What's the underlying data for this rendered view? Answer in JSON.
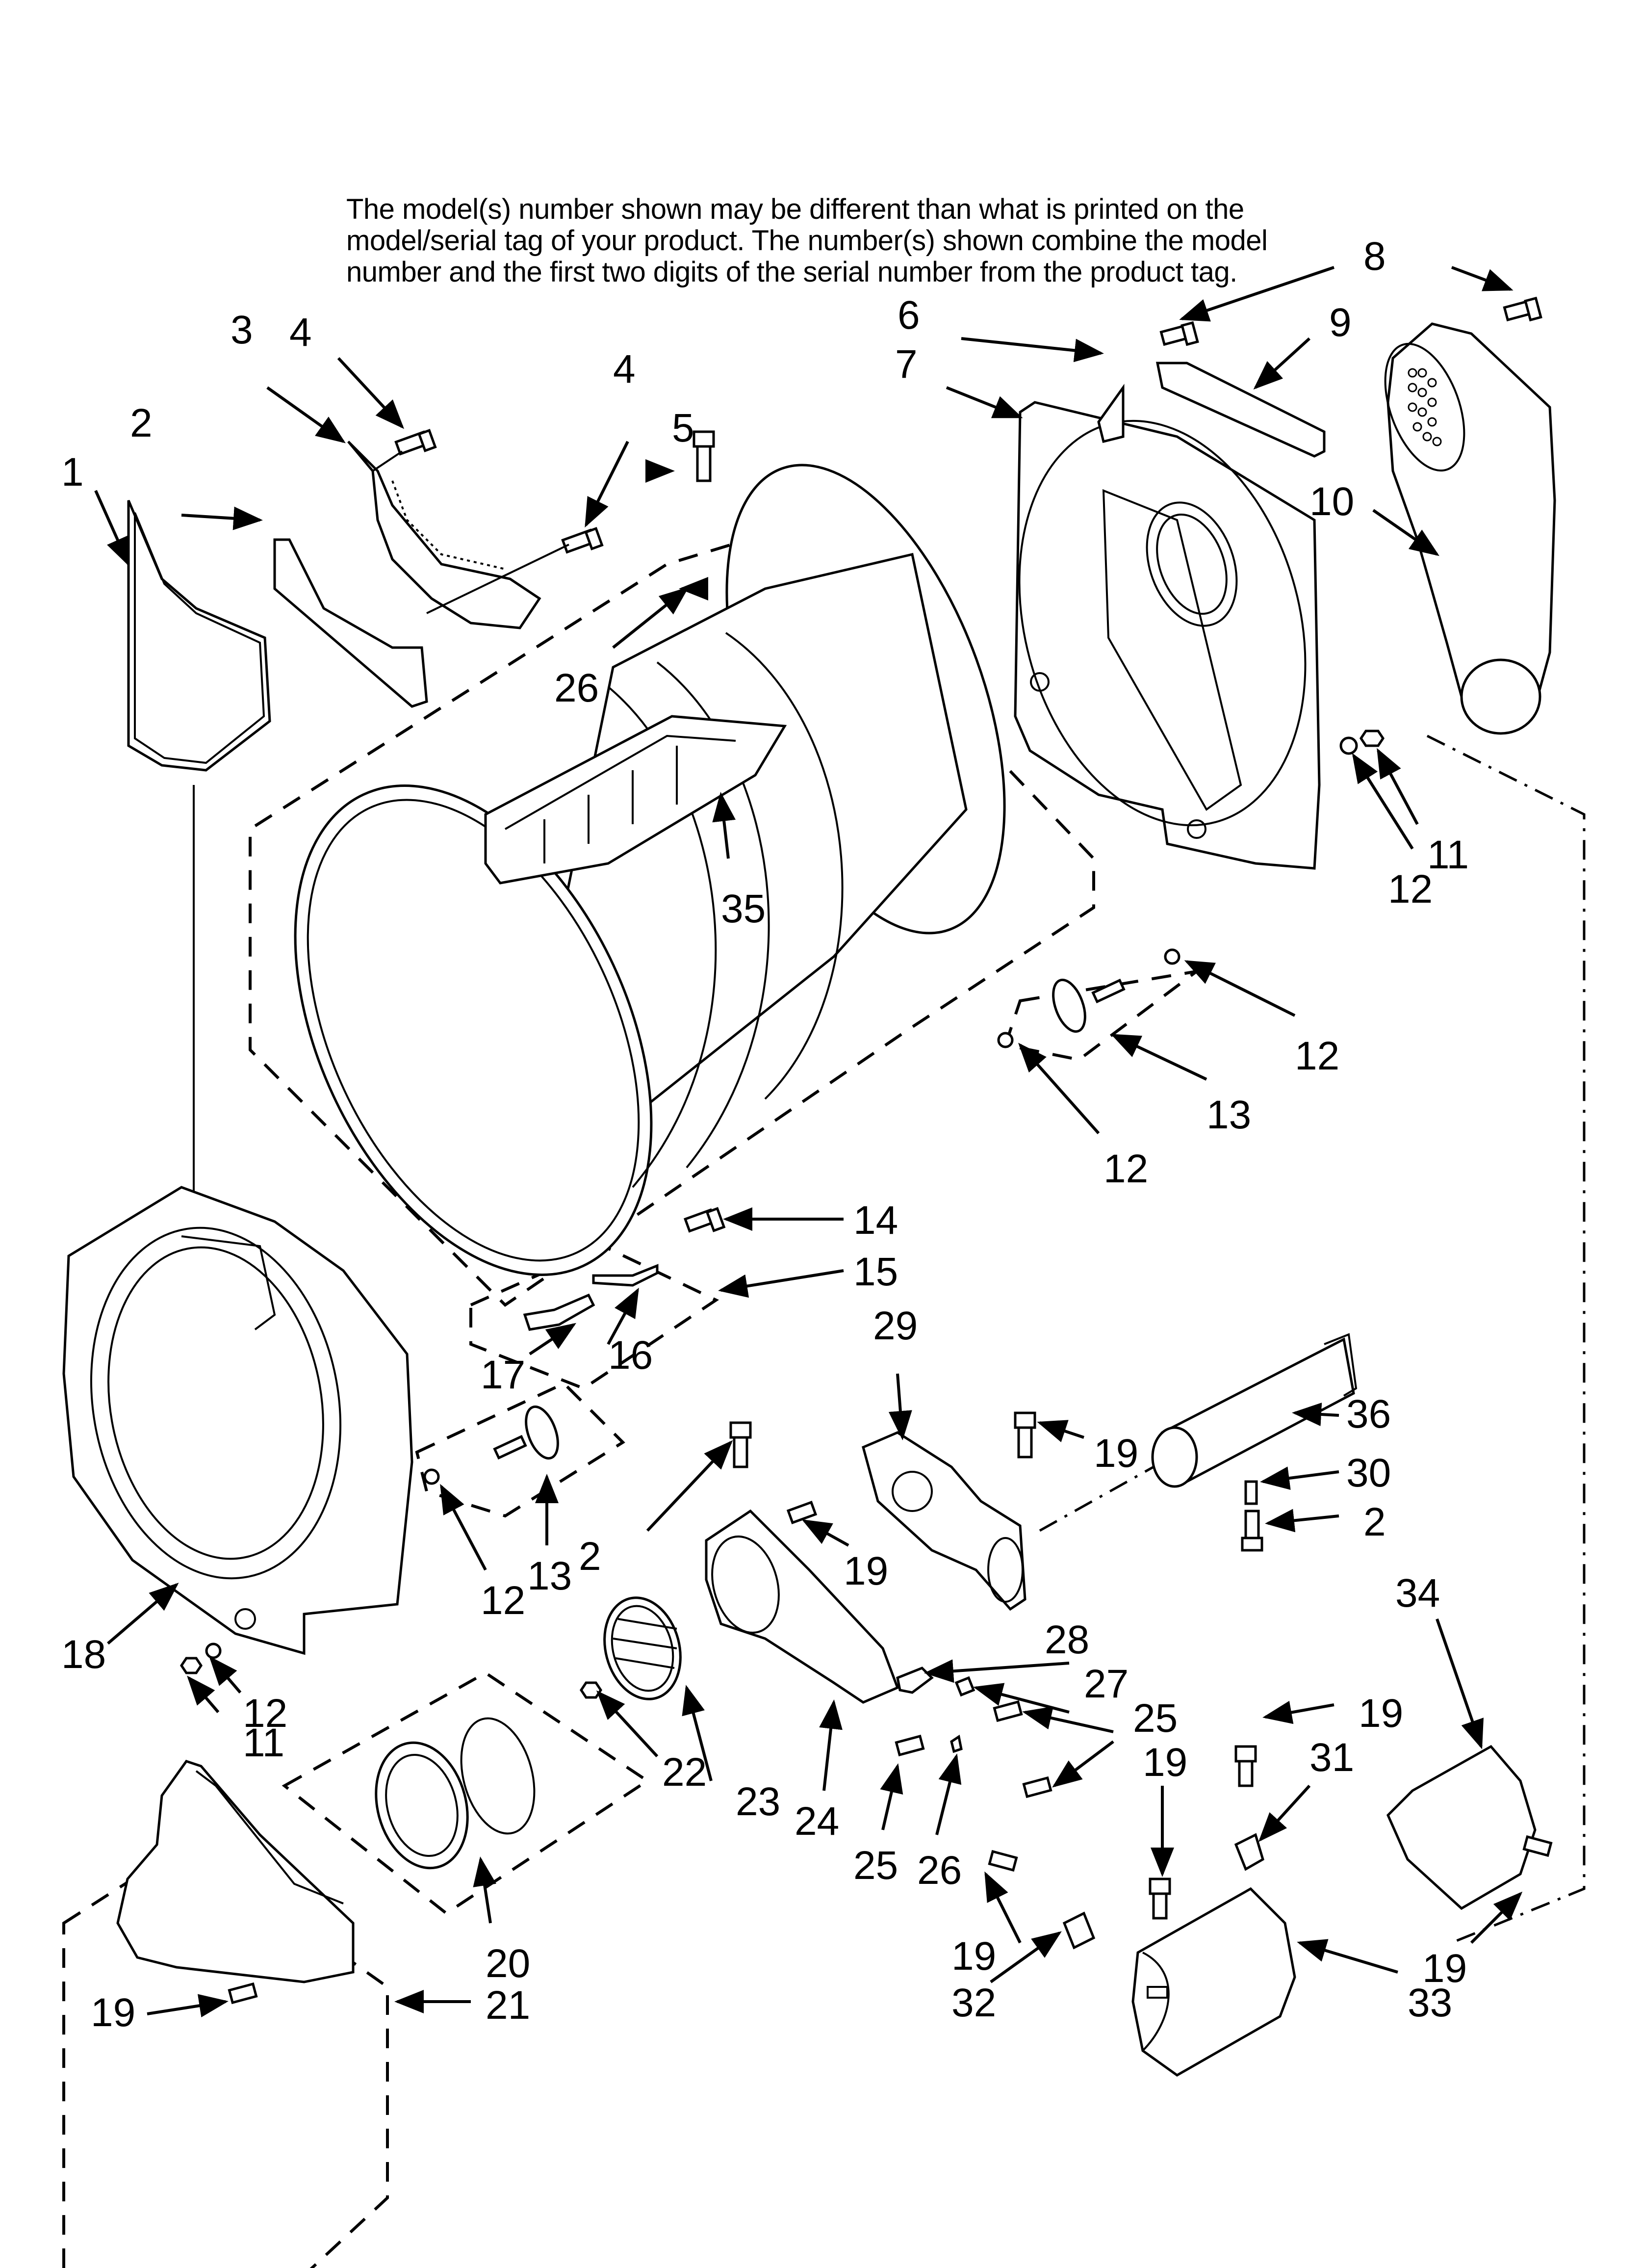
{
  "notice": {
    "lines": [
      "The model(s) number shown may be different than what is printed on the",
      "model/serial tag of your product. The number(s) shown combine the model",
      "number and the first two digits of the serial number from the product tag."
    ]
  },
  "callouts": [
    {
      "id": "c1",
      "label": "1"
    },
    {
      "id": "c2a",
      "label": "2"
    },
    {
      "id": "c3",
      "label": "3"
    },
    {
      "id": "c4a",
      "label": "4"
    },
    {
      "id": "c4b",
      "label": "4"
    },
    {
      "id": "c5",
      "label": "5"
    },
    {
      "id": "c6",
      "label": "6"
    },
    {
      "id": "c7",
      "label": "7"
    },
    {
      "id": "c8",
      "label": "8"
    },
    {
      "id": "c9",
      "label": "9"
    },
    {
      "id": "c10",
      "label": "10"
    },
    {
      "id": "c11a",
      "label": "11"
    },
    {
      "id": "c12a",
      "label": "12"
    },
    {
      "id": "c26a",
      "label": "26"
    },
    {
      "id": "c35",
      "label": "35"
    },
    {
      "id": "c12b",
      "label": "12"
    },
    {
      "id": "c13a",
      "label": "13"
    },
    {
      "id": "c12c",
      "label": "12"
    },
    {
      "id": "c14",
      "label": "14"
    },
    {
      "id": "c15",
      "label": "15"
    },
    {
      "id": "c16",
      "label": "16"
    },
    {
      "id": "c17",
      "label": "17"
    },
    {
      "id": "c29",
      "label": "29"
    },
    {
      "id": "c19a",
      "label": "19"
    },
    {
      "id": "c36",
      "label": "36"
    },
    {
      "id": "c30",
      "label": "30"
    },
    {
      "id": "c2b",
      "label": "2"
    },
    {
      "id": "c2c",
      "label": "2"
    },
    {
      "id": "c13b",
      "label": "13"
    },
    {
      "id": "c12d",
      "label": "12"
    },
    {
      "id": "c19b",
      "label": "19"
    },
    {
      "id": "c18",
      "label": "18"
    },
    {
      "id": "c12e",
      "label": "12"
    },
    {
      "id": "c11b",
      "label": "11"
    },
    {
      "id": "c28",
      "label": "28"
    },
    {
      "id": "c27",
      "label": "27"
    },
    {
      "id": "c25a",
      "label": "25"
    },
    {
      "id": "c34",
      "label": "34"
    },
    {
      "id": "c22",
      "label": "22"
    },
    {
      "id": "c23",
      "label": "23"
    },
    {
      "id": "c24",
      "label": "24"
    },
    {
      "id": "c25b",
      "label": "25"
    },
    {
      "id": "c26b",
      "label": "26"
    },
    {
      "id": "c19c",
      "label": "19"
    },
    {
      "id": "c19d",
      "label": "19"
    },
    {
      "id": "c31",
      "label": "31"
    },
    {
      "id": "c20",
      "label": "20"
    },
    {
      "id": "c21",
      "label": "21"
    },
    {
      "id": "c19e",
      "label": "19"
    },
    {
      "id": "c19f",
      "label": "19"
    },
    {
      "id": "c32",
      "label": "32"
    },
    {
      "id": "c33",
      "label": "33"
    },
    {
      "id": "c19g",
      "label": "19"
    }
  ]
}
